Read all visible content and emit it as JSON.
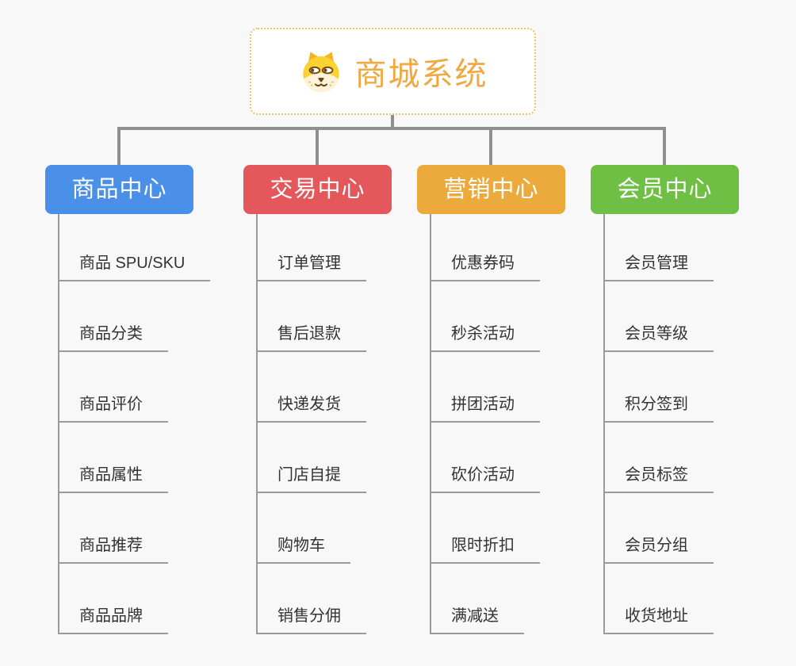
{
  "root": {
    "title": "商城系统",
    "icon": "shiba-dog-icon"
  },
  "branches": [
    {
      "label": "商品中心",
      "color": "#4a90e8",
      "items": [
        "商品 SPU/SKU",
        "商品分类",
        "商品评价",
        "商品属性",
        "商品推荐",
        "商品品牌"
      ]
    },
    {
      "label": "交易中心",
      "color": "#e4585c",
      "items": [
        "订单管理",
        "售后退款",
        "快递发货",
        "门店自提",
        "购物车",
        "销售分佣"
      ]
    },
    {
      "label": "营销中心",
      "color": "#ecaa3d",
      "items": [
        "优惠券码",
        "秒杀活动",
        "拼团活动",
        "砍价活动",
        "限时折扣",
        "满减送"
      ]
    },
    {
      "label": "会员中心",
      "color": "#6ebf43",
      "items": [
        "会员管理",
        "会员等级",
        "积分签到",
        "会员标签",
        "会员分组",
        "收货地址"
      ]
    }
  ],
  "colors": {
    "background": "#f8f8f8",
    "connector": "#8f8f8f",
    "leaf_line": "#9a9a9a",
    "leaf_text": "#333333",
    "root_text": "#f0a843",
    "root_border": "#f6c15f"
  }
}
